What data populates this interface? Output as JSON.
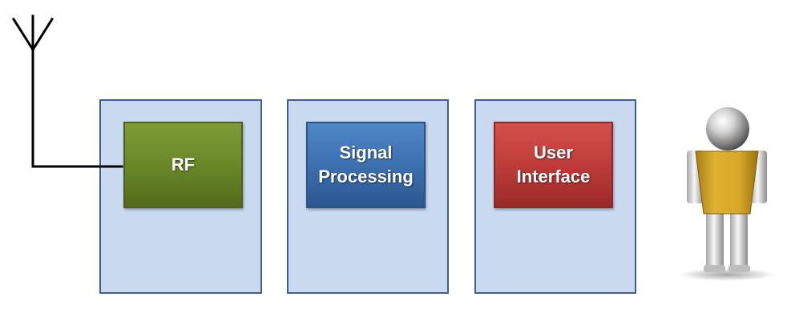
{
  "blocks": {
    "rf": {
      "label": "RF"
    },
    "signal_processing": {
      "line1": "Signal",
      "line2": "Processing"
    },
    "user_interface": {
      "line1": "User",
      "line2": "Interface"
    }
  },
  "icons": {
    "antenna": "antenna-icon",
    "user": "user-figure-icon"
  },
  "colors": {
    "panel_fill": "#c9daf0",
    "panel_border": "#3f5f8f",
    "rf": "#6c8a29",
    "signal_processing": "#3e73b3",
    "user_interface": "#c13e3b",
    "user_body": "#d9a92a"
  }
}
